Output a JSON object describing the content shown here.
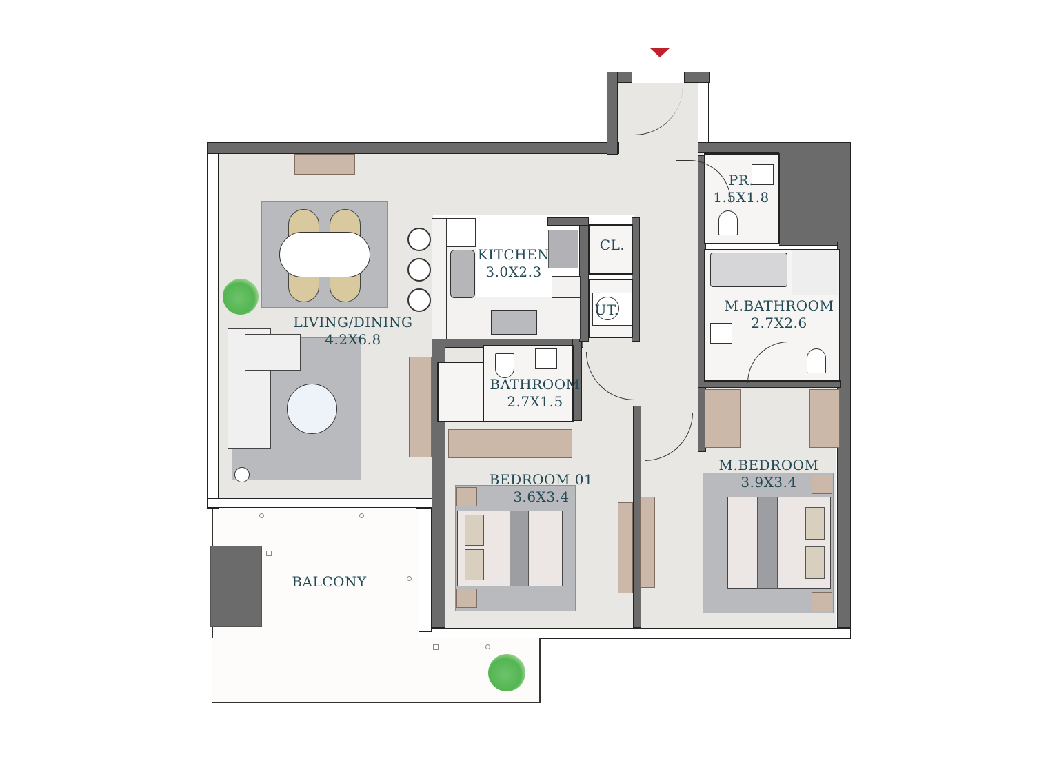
{
  "plan": {
    "entrance_marker": "entrance-arrow",
    "rooms": {
      "living": {
        "name": "LIVING/DINING",
        "size": "4.2X6.8"
      },
      "kitchen": {
        "name": "KITCHEN",
        "size": "3.0X2.3"
      },
      "closet": {
        "name": "CL."
      },
      "utility": {
        "name": "UT."
      },
      "powder": {
        "name": "PR.",
        "size": "1.5X1.8"
      },
      "master_bath": {
        "name": "M.BATHROOM",
        "size": "2.7X2.6"
      },
      "bathroom": {
        "name": "BATHROOM",
        "size": "2.7X1.5"
      },
      "bedroom1": {
        "name": "BEDROOM 01",
        "size": "3.6X3.4"
      },
      "master_bed": {
        "name": "M.BEDROOM",
        "size": "3.9X3.4"
      },
      "balcony": {
        "name": "BALCONY"
      }
    },
    "colors": {
      "wall": "#6b6b6b",
      "floor": "#e9e7e4",
      "label": "#234a55",
      "entrance": "#c0202a",
      "wood": "#cbb8a8",
      "rug": "#b9babd"
    }
  }
}
